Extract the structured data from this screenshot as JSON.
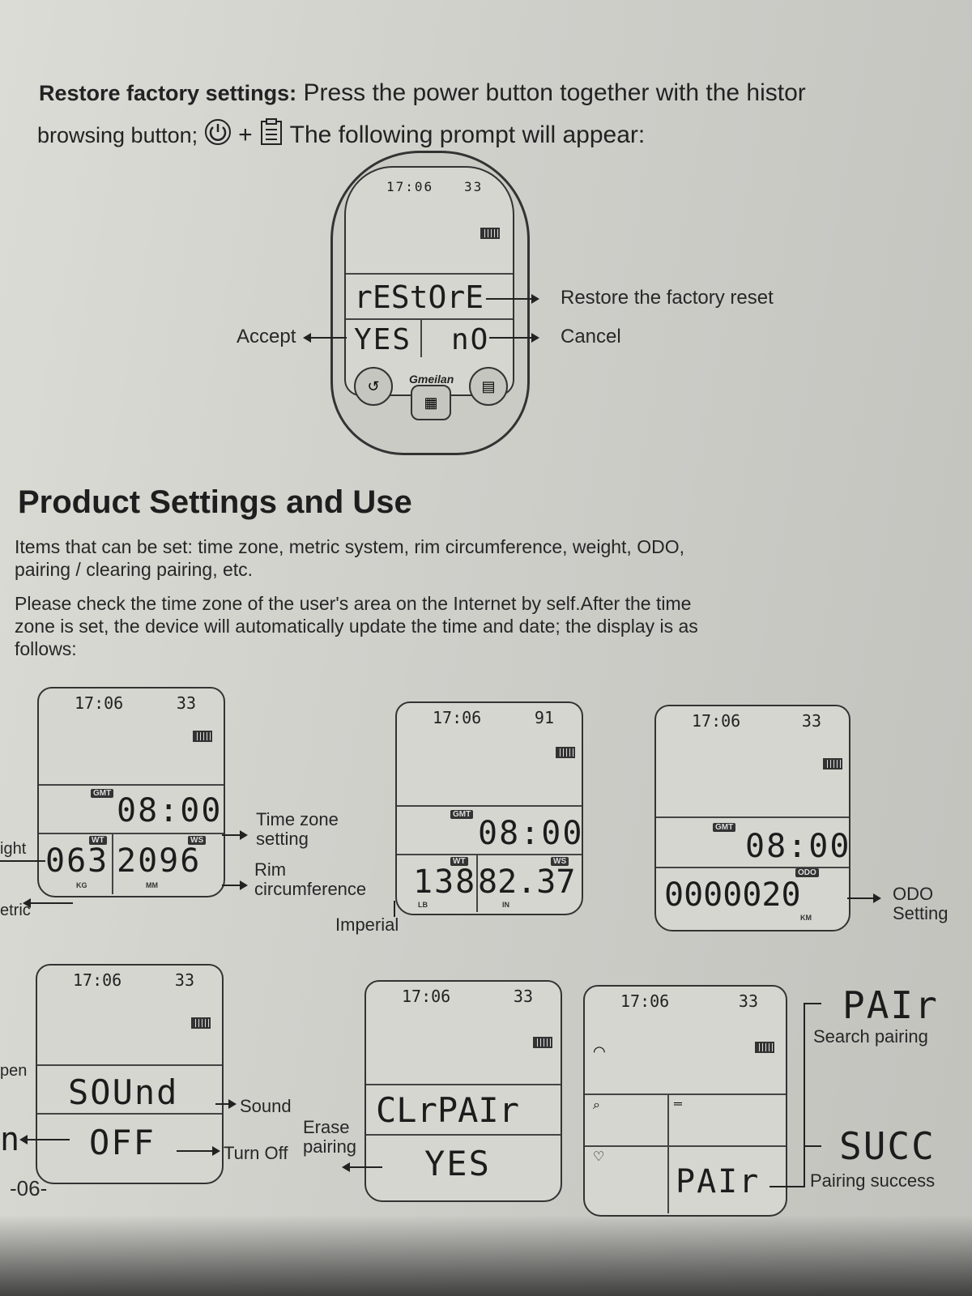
{
  "intro": {
    "bold": "Restore factory settings:",
    "line1_rest": "Press the power button together with the histor",
    "line2_start": "browsing button;",
    "plus": "+",
    "line2_end": "The following prompt will appear:",
    "icons": [
      "power-icon",
      "history-icon"
    ]
  },
  "restore_device": {
    "time": "17:06",
    "temp": "33",
    "line1": "rEStOrE",
    "yes": "YES",
    "no": "nO",
    "brand": "Gmeilan",
    "label_restore": "Restore the factory reset",
    "label_accept": "Accept",
    "label_cancel": "Cancel"
  },
  "section": {
    "title": "Product Settings and Use",
    "para1_l1": "Items that can be set: time zone, metric system, rim circumference, weight, ODO,",
    "para1_l2": "pairing / clearing pairing, etc.",
    "para2_l1": "Please check the time zone of the user's area on the Internet by self.After the time",
    "para2_l2": "zone is set, the device will automatically update the time and date; the display is as",
    "para2_l3": "follows:"
  },
  "screens": {
    "s1": {
      "time": "17:06",
      "temp": "33",
      "gmt_tag": "GMT",
      "gmt": "08:00",
      "wt_tag": "WT",
      "ws_tag": "WS",
      "weight": "063",
      "wheel": "2096",
      "unit_kg": "KG",
      "unit_mm": "MM",
      "label_tz_1": "Time zone",
      "label_tz_2": "setting",
      "label_rim_1": "Rim",
      "label_rim_2": "circumference",
      "label_weight": "ight",
      "label_metric": "etric"
    },
    "s2": {
      "time": "17:06",
      "temp": "91",
      "gmt_tag": "GMT",
      "gmt": "08:00",
      "wt_tag": "WT",
      "ws_tag": "WS",
      "weight": "138",
      "wheel": "82.37",
      "unit_lb": "LB",
      "unit_in": "IN",
      "label_imperial": "Imperial"
    },
    "s3": {
      "time": "17:06",
      "temp": "33",
      "gmt_tag": "GMT",
      "gmt": "08:00",
      "odo_tag": "ODO",
      "odo": "0000020",
      "unit_km": "KM",
      "label_odo_1": "ODO",
      "label_odo_2": "Setting"
    },
    "s4": {
      "time": "17:06",
      "temp": "33",
      "line1": "SOUnd",
      "line2": "OFF",
      "label_sound": "Sound",
      "label_off": "Turn Off",
      "label_open": "pen",
      "label_n": "n"
    },
    "s5": {
      "time": "17:06",
      "temp": "33",
      "line1": "CLrPAIr",
      "line2": "YES",
      "label_erase_1": "Erase",
      "label_erase_2": "pairing"
    },
    "s6": {
      "time": "17:06",
      "temp": "33",
      "line": "PAIr",
      "pair_big": "PAIr",
      "succ_big": "SUCC",
      "label_search": "Search pairing",
      "label_success": "Pairing success"
    }
  },
  "page_number": "-06-"
}
